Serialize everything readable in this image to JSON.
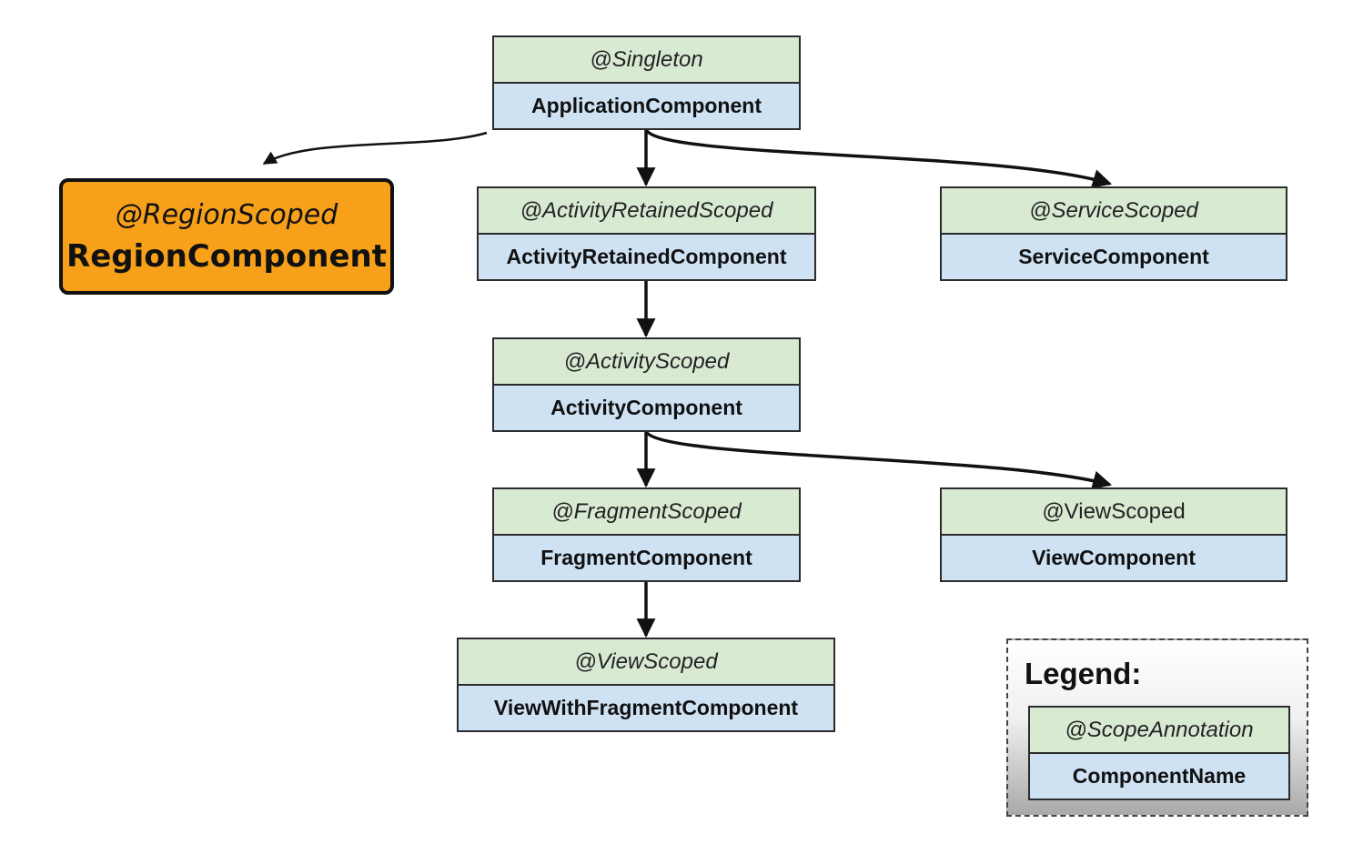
{
  "colors": {
    "scope_bg": "#d9ead3",
    "component_bg": "#cfe2f3",
    "region_bg": "#f7a11a",
    "border": "#2b2b2b"
  },
  "nodes": {
    "application": {
      "scope": "@Singleton",
      "component": "ApplicationComponent"
    },
    "activity_retained": {
      "scope": "@ActivityRetainedScoped",
      "component": "ActivityRetainedComponent"
    },
    "service": {
      "scope": "@ServiceScoped",
      "component": "ServiceComponent"
    },
    "activity": {
      "scope": "@ActivityScoped",
      "component": "ActivityComponent"
    },
    "fragment": {
      "scope": "@FragmentScoped",
      "component": "FragmentComponent"
    },
    "view": {
      "scope": "@ViewScoped",
      "component": "ViewComponent"
    },
    "view_with_fragment": {
      "scope": "@ViewScoped",
      "component": "ViewWithFragmentComponent"
    }
  },
  "region": {
    "scope": "@RegionScoped",
    "component": "RegionComponent"
  },
  "legend": {
    "title": "Legend:",
    "scope": "@ScopeAnnotation",
    "component": "ComponentName"
  },
  "edges": [
    {
      "from": "application",
      "to": "region"
    },
    {
      "from": "application",
      "to": "activity_retained"
    },
    {
      "from": "application",
      "to": "service"
    },
    {
      "from": "activity_retained",
      "to": "activity"
    },
    {
      "from": "activity",
      "to": "fragment"
    },
    {
      "from": "activity",
      "to": "view"
    },
    {
      "from": "fragment",
      "to": "view_with_fragment"
    }
  ]
}
